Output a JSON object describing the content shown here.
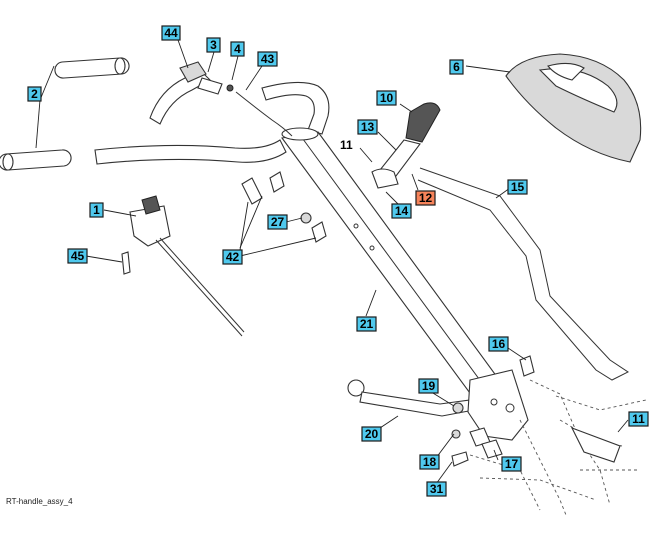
{
  "caption": "RT-handle_assy_4",
  "colors": {
    "callout": "#4fc9ee",
    "callout_highlight": "#f6835a",
    "line": "#333333"
  },
  "callouts": [
    {
      "id": "44",
      "label": "44",
      "boxed": true
    },
    {
      "id": "3",
      "label": "3",
      "boxed": true
    },
    {
      "id": "4",
      "label": "4",
      "boxed": true
    },
    {
      "id": "43",
      "label": "43",
      "boxed": true
    },
    {
      "id": "2",
      "label": "2",
      "boxed": true
    },
    {
      "id": "6",
      "label": "6",
      "boxed": true
    },
    {
      "id": "10",
      "label": "10",
      "boxed": true
    },
    {
      "id": "13",
      "label": "13",
      "boxed": true
    },
    {
      "id": "11a",
      "label": "11",
      "boxed": false
    },
    {
      "id": "12",
      "label": "12",
      "boxed": true,
      "highlight": true
    },
    {
      "id": "14",
      "label": "14",
      "boxed": true
    },
    {
      "id": "15",
      "label": "15",
      "boxed": true
    },
    {
      "id": "1",
      "label": "1",
      "boxed": true
    },
    {
      "id": "27",
      "label": "27",
      "boxed": true
    },
    {
      "id": "42",
      "label": "42",
      "boxed": true
    },
    {
      "id": "45",
      "label": "45",
      "boxed": true
    },
    {
      "id": "21",
      "label": "21",
      "boxed": true
    },
    {
      "id": "16",
      "label": "16",
      "boxed": true
    },
    {
      "id": "19",
      "label": "19",
      "boxed": true
    },
    {
      "id": "20",
      "label": "20",
      "boxed": true
    },
    {
      "id": "11b",
      "label": "11",
      "boxed": true
    },
    {
      "id": "18",
      "label": "18",
      "boxed": true
    },
    {
      "id": "17",
      "label": "17",
      "boxed": true
    },
    {
      "id": "31",
      "label": "31",
      "boxed": true
    }
  ]
}
